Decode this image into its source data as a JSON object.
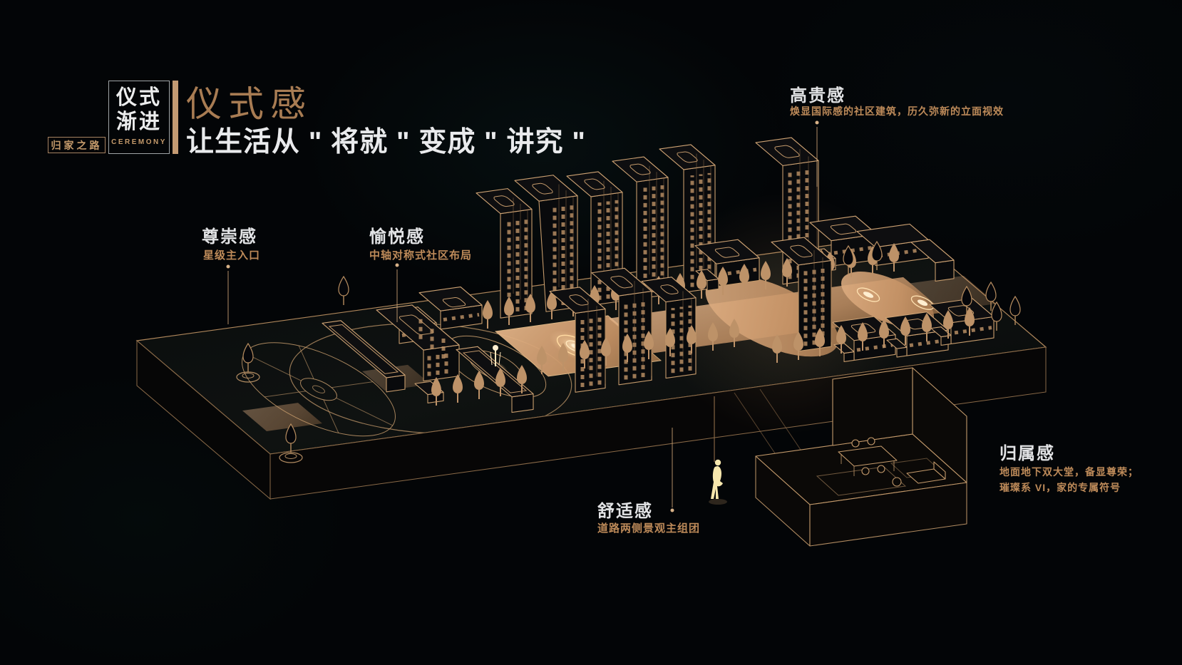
{
  "logo": {
    "line1": "仪式",
    "line2": "渐进",
    "caption": "CEREMONY",
    "side_label": "归家之路"
  },
  "header": {
    "title": "仪式感",
    "subtitle": "让生活从 \" 将就 \" 变成 \" 讲究 \""
  },
  "callouts": {
    "zunchong": {
      "title": "尊崇感",
      "desc": "星级主入口"
    },
    "yuyue": {
      "title": "愉悦感",
      "desc": "中轴对称式社区布局"
    },
    "gaogui": {
      "title": "高贵感",
      "desc": "焕显国际感的社区建筑，历久弥新的立面视效"
    },
    "shushi": {
      "title": "舒适感",
      "desc": "道路两侧景观主组团"
    },
    "guishu": {
      "title": "归属感",
      "desc_line1": "地面地下双大堂，备显尊荣；",
      "desc_line2": "璀璨系 VI，家的专属符号"
    }
  },
  "colors": {
    "accent_gold": "#c49a6b",
    "road_tan": "#d9a877",
    "bright_glow": "#ffeed0",
    "text_white": "#e9eaec",
    "text_gold": "#bd8a59",
    "background": "#030507"
  },
  "icons": {
    "diagram": "isometric-community-master-plan",
    "figure": "walking-person-silhouette"
  }
}
